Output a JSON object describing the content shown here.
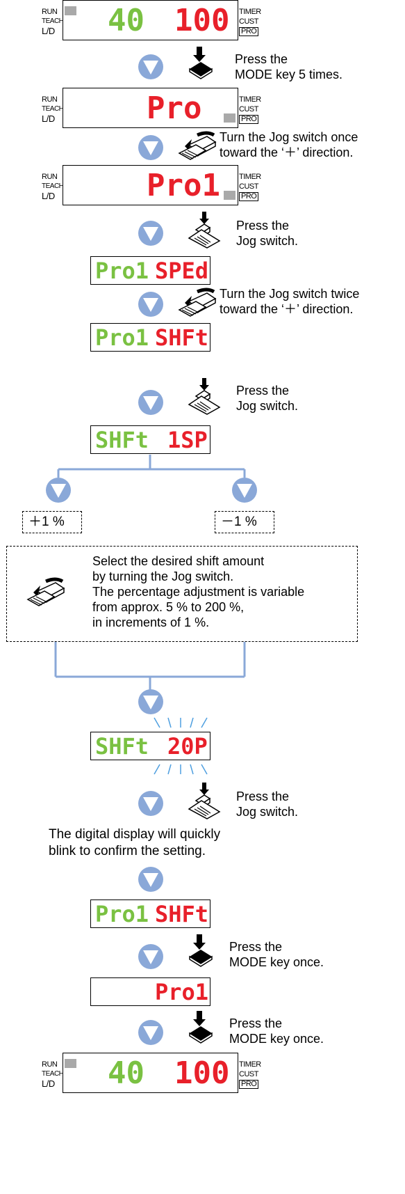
{
  "panel": {
    "run": "RUN",
    "teach": "TEACH",
    "ld": "L/D",
    "timer": "TIMER",
    "cust": "CUST",
    "pro": "PRO"
  },
  "displays": {
    "d1_left": "40",
    "d1_right": "100",
    "d2": "Pro",
    "d3": "Pro1",
    "d4_left": "Pro1",
    "d4_right": "SPEd",
    "d5_left": "Pro1",
    "d5_right": "SHFt",
    "d6_left": "SHFt",
    "d6_right": "1SP",
    "d7_left": "SHFt",
    "d7_right": "20P",
    "d8_left": "Pro1",
    "d8_right": "SHFt",
    "d9": "Pro1",
    "d10_left": "40",
    "d10_right": "100"
  },
  "steps": {
    "s1_line1": "Press the",
    "s1_line2": "MODE key 5 times.",
    "s2_line1": "Turn the Jog switch once",
    "s2_line2": "toward the ‘＋’ direction.",
    "s3_line1": "Press the",
    "s3_line2": "Jog switch.",
    "s4_line1": "Turn the Jog switch twice",
    "s4_line2": "toward the ‘＋’ direction.",
    "s5_line1": "Press the",
    "s5_line2": "Jog switch.",
    "plus": "＋1 %",
    "minus": "－1 %",
    "note_line1": "Select the desired shift amount",
    "note_line2": "by turning the Jog switch.",
    "note_line3": "The percentage adjustment is variable",
    "note_line4": "from approx. 5 % to 200 %,",
    "note_line5": "in increments of 1 %.",
    "s6_line1": "Press the",
    "s6_line2": "Jog switch.",
    "blink_line1": "The digital display will quickly",
    "blink_line2": "blink to confirm the setting.",
    "s7_line1": "Press the",
    "s7_line2": "MODE key once.",
    "s8_line1": "Press the",
    "s8_line2": "MODE key once."
  },
  "colors": {
    "arrow_fill": "#8aa8d8",
    "branch_line": "#8aa8d8",
    "green_digits": "#7ac142",
    "red_digits": "#e8202a",
    "indicator": "#a9a9a9"
  }
}
